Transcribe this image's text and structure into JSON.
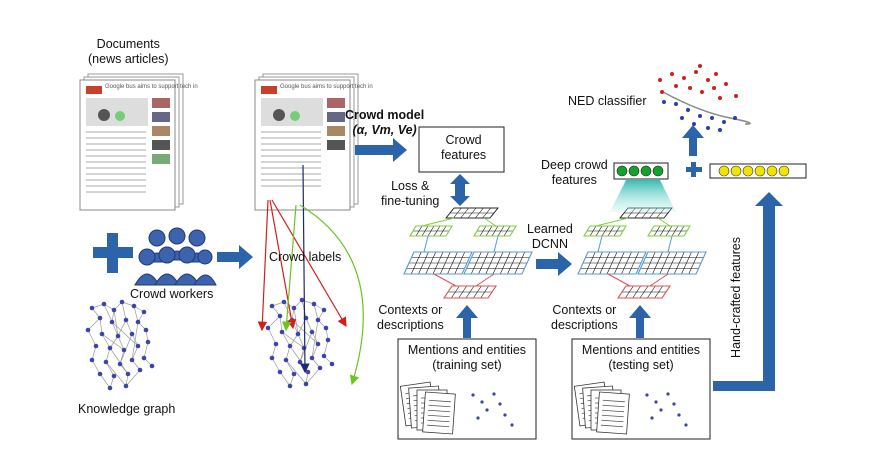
{
  "documents_label": [
    "Documents",
    "(news articles)"
  ],
  "doc_headline": "Google bus aims to support tech in",
  "crowd_workers_label": "Crowd workers",
  "knowledge_graph_label": "Knowledge graph",
  "crowd_labels_label": "Crowd labels",
  "crowd_model_label": "Crowd model",
  "crowd_model_params": "(α, Vm, Ve)",
  "crowd_features_box": [
    "Crowd",
    "features"
  ],
  "loss_label": [
    "Loss &",
    "fine-tuning"
  ],
  "learned_dcnn_label": [
    "Learned",
    "DCNN"
  ],
  "contexts_label_left": [
    "Contexts or",
    "descriptions"
  ],
  "contexts_label_right": [
    "Contexts or",
    "descriptions"
  ],
  "training_box": [
    "Mentions and entities",
    "(training set)"
  ],
  "testing_box": [
    "Mentions and entities",
    "(testing set)"
  ],
  "ned_classifier_label": "NED classifier",
  "deep_crowd_label": [
    "Deep crowd",
    "features"
  ],
  "hand_crafted_label": "Hand-crafted features",
  "plus_sign": "+",
  "colors": {
    "arrow_blue": "#2b64a8",
    "green_node": "#13a32a",
    "yellow_node": "#f2e400",
    "red_line": "#d11f1f",
    "green_line": "#6cc41e",
    "navy_line": "#1d2a6e",
    "graph_node": "#3a45a5",
    "grid_green": "#7fd13b",
    "grid_blue": "#5b9bd5",
    "grid_red": "#e05050",
    "teal_glow": "#5fd1c8"
  }
}
